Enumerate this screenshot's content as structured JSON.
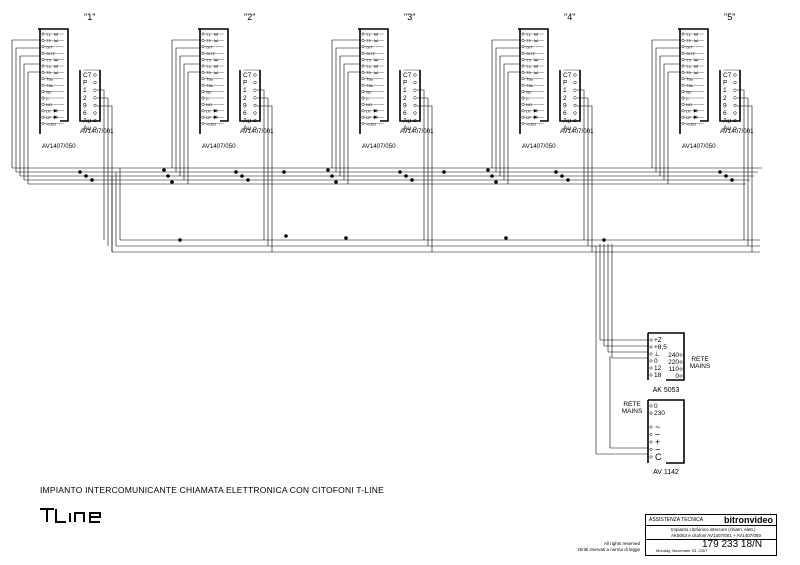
{
  "stations": [
    {
      "label": "\"1\"",
      "terminals": [
        "T1",
        "T2",
        "G/T",
        "G/T2",
        "T3",
        "T4",
        "T5",
        "T6a",
        "T6b",
        "NC",
        "C",
        "NO",
        "LV",
        "LP",
        "+LED"
      ],
      "right_terminals": [
        "C7",
        "P",
        "1",
        "2",
        "9",
        "6",
        "Au",
        "Au"
      ],
      "model_right": "AV1407/001",
      "model_left": "AV1407/050"
    },
    {
      "label": "\"2\"",
      "terminals": [
        "T1",
        "T2",
        "G/T",
        "G/T2",
        "T3",
        "T4",
        "T5",
        "T6a",
        "T6b",
        "NC",
        "C",
        "NO",
        "LV",
        "LP",
        "+LED"
      ],
      "right_terminals": [
        "C7",
        "P",
        "1",
        "2",
        "9",
        "6",
        "Au",
        "Au"
      ],
      "model_right": "AV1407/001",
      "model_left": "AV1407/050"
    },
    {
      "label": "\"3\"",
      "terminals": [
        "T1",
        "T2",
        "G/T",
        "G/T2",
        "T3",
        "T4",
        "T5",
        "T6a",
        "T6b",
        "NC",
        "C",
        "NO",
        "LV",
        "LP",
        "+LED"
      ],
      "right_terminals": [
        "C7",
        "P",
        "1",
        "2",
        "9",
        "6",
        "Au",
        "Au"
      ],
      "model_right": "AV1407/001",
      "model_left": "AV1407/050"
    },
    {
      "label": "\"4\"",
      "terminals": [
        "T1",
        "T2",
        "G/T",
        "G/T2",
        "T3",
        "T4",
        "T5",
        "T6a",
        "T6b",
        "NC",
        "C",
        "NO",
        "LV",
        "LP",
        "+LED"
      ],
      "right_terminals": [
        "C7",
        "P",
        "1",
        "2",
        "9",
        "6",
        "Au",
        "Au"
      ],
      "model_right": "AV1407/001",
      "model_left": "AV1407/050"
    },
    {
      "label": "\"5\"",
      "terminals": [
        "T1",
        "T2",
        "G/T",
        "G/T2",
        "T3",
        "T4",
        "T5",
        "T6a",
        "T6b",
        "NC",
        "C",
        "NO",
        "LV",
        "LP",
        "+LED"
      ],
      "right_terminals": [
        "C7",
        "P",
        "1",
        "2",
        "9",
        "6",
        "Au",
        "Au"
      ],
      "model_right": "AV1407/001",
      "model_left": "AV1407/050"
    }
  ],
  "ak5053": {
    "name": "AK 5053",
    "left_terminals": [
      "+Z",
      "+8,5",
      "⊥",
      "0",
      "12",
      "18"
    ],
    "right_terminals": [
      "240",
      "220",
      "110",
      "0"
    ],
    "mains_label": [
      "RETE",
      "MAINS"
    ]
  },
  "av1142": {
    "name": "AV 1142",
    "mains_label": [
      "RETE",
      "MAINS"
    ],
    "top_terminals": [
      "0",
      "230"
    ],
    "bottom_terminals": [
      "~",
      "~",
      "+",
      "−",
      "C"
    ]
  },
  "title": "IMPIANTO INTERCOMUNICANTE CHIAMATA ELETTRONICA CON CITOFONI  T-LINE",
  "logo": "TLINE",
  "rights": [
    "All rights reserved",
    "Diritti riservati a norma di legge"
  ],
  "title_block": {
    "label": "ASSISTENZA TECNICA",
    "brand": "bitronvideo",
    "desc1": "Impianto citofonico intercom (chiam. elett.)",
    "desc2": "AK5053 e citofoni AV1407/001 + AV1407/050",
    "code": "179 233 18/N",
    "date": "Monday, November 03, 2007"
  }
}
